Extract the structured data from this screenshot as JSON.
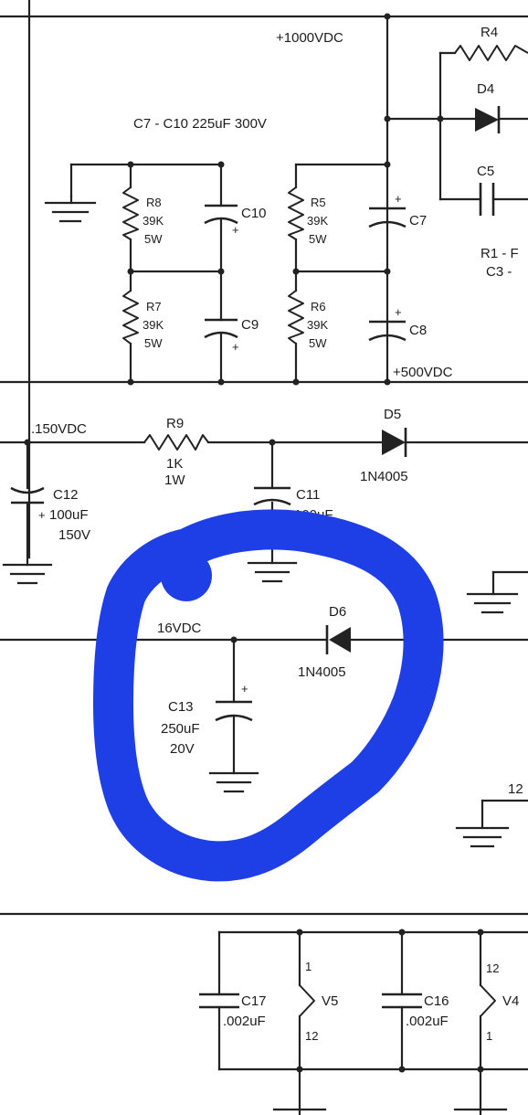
{
  "rails": {
    "hv_top": "+1000VDC",
    "hv_mid": "+500VDC",
    "v150": ".150VDC",
    "v16": "16VDC"
  },
  "notes": {
    "cap_group": "C7 - C10 225uF 300V",
    "partial_r1": "R1 - F",
    "partial_c3": "C3 -",
    "partial_12": "12"
  },
  "components": {
    "r4": {
      "ref": "R4"
    },
    "d4": {
      "ref": "D4"
    },
    "c5": {
      "ref": "C5"
    },
    "r8": {
      "ref": "R8",
      "value": "39K",
      "power": "5W"
    },
    "r7": {
      "ref": "R7",
      "value": "39K",
      "power": "5W"
    },
    "r5": {
      "ref": "R5",
      "value": "39K",
      "power": "5W"
    },
    "r6": {
      "ref": "R6",
      "value": "39K",
      "power": "5W"
    },
    "c10": {
      "ref": "C10",
      "pol": "+"
    },
    "c9": {
      "ref": "C9",
      "pol": "+"
    },
    "c7": {
      "ref": "C7",
      "pol": "+"
    },
    "c8": {
      "ref": "C8",
      "pol": "+"
    },
    "r9": {
      "ref": "R9",
      "value": "1K",
      "power": "1W"
    },
    "d5": {
      "ref": "D5",
      "part": "1N4005"
    },
    "d6": {
      "ref": "D6",
      "part": "1N4005"
    },
    "c12": {
      "ref": "C12",
      "value": "100uF",
      "voltage": "150V",
      "pol": "+"
    },
    "c11": {
      "ref": "C11",
      "value": "100uF"
    },
    "c13": {
      "ref": "C13",
      "value": "250uF",
      "voltage": "20V",
      "pol": "+"
    },
    "c17": {
      "ref": "C17",
      "value": ".002uF"
    },
    "c16": {
      "ref": "C16",
      "value": ".002uF"
    },
    "v5": {
      "ref": "V5",
      "pin_top": "1",
      "pin_bot": "12"
    },
    "v4": {
      "ref": "V4",
      "pin_top": "12",
      "pin_bot": "1"
    }
  },
  "annotation": {
    "color": "#1f3fe6"
  }
}
